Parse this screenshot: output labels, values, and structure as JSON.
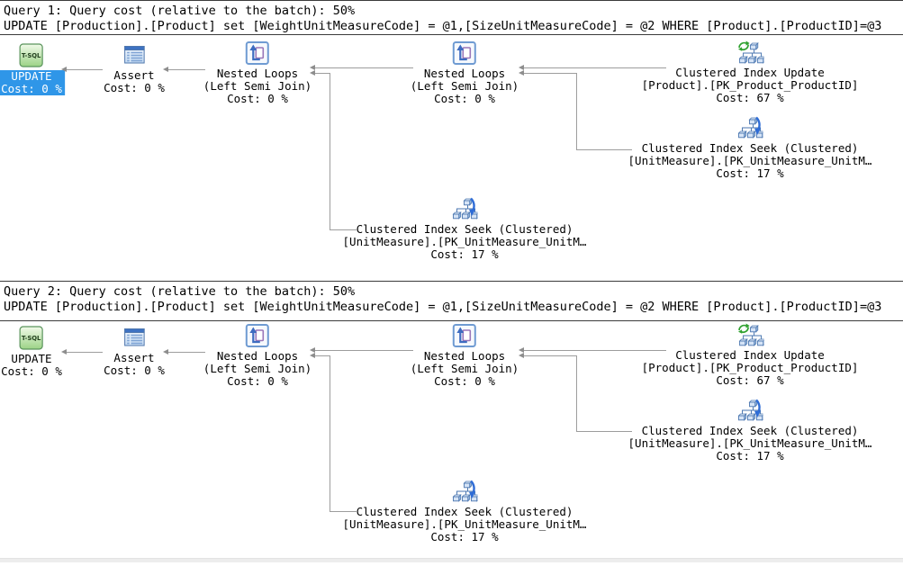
{
  "app": {
    "view": "SQL Server graphical execution plan"
  },
  "colors": {
    "selection_bg": "#2f96e8",
    "selection_text": "#ffffff",
    "arrow": "#9d9d9d",
    "separator": "#3b3b3b",
    "background": "#ffffff"
  },
  "plans": [
    {
      "header": {
        "title": "Query 1: Query cost (relative to the batch): 50%",
        "statement": "UPDATE [Production].[Product] set [WeightUnitMeasureCode] = @1,[SizeUnitMeasureCode] = @2 WHERE [Product].[ProductID]=@3"
      },
      "nodes": {
        "update": {
          "icon": "t-sql-icon",
          "op": "UPDATE",
          "cost": "Cost: 0 %",
          "selected": true
        },
        "assert": {
          "icon": "assert-icon",
          "op": "Assert",
          "cost": "Cost: 0 %",
          "selected": false
        },
        "nested_loops_outer": {
          "icon": "nested-loops-icon",
          "op": "Nested Loops",
          "detail": "(Left Semi Join)",
          "cost": "Cost: 0 %",
          "selected": false
        },
        "nested_loops_inner": {
          "icon": "nested-loops-icon",
          "op": "Nested Loops",
          "detail": "(Left Semi Join)",
          "cost": "Cost: 0 %",
          "selected": false
        },
        "clustered_index_update": {
          "icon": "clustered-index-update-icon",
          "op": "Clustered Index Update",
          "detail": "[Product].[PK_Product_ProductID]",
          "cost": "Cost: 67 %",
          "selected": false
        },
        "clustered_index_seek_inner": {
          "icon": "clustered-index-seek-icon",
          "op": "Clustered Index Seek (Clustered)",
          "detail": "[UnitMeasure].[PK_UnitMeasure_UnitM…",
          "cost": "Cost: 17 %",
          "selected": false
        },
        "clustered_index_seek_outer": {
          "icon": "clustered-index-seek-icon",
          "op": "Clustered Index Seek (Clustered)",
          "detail": "[UnitMeasure].[PK_UnitMeasure_UnitM…",
          "cost": "Cost: 17 %",
          "selected": false
        }
      }
    },
    {
      "header": {
        "title": "Query 2: Query cost (relative to the batch): 50%",
        "statement": "UPDATE [Production].[Product] set [WeightUnitMeasureCode] = @1,[SizeUnitMeasureCode] = @2 WHERE [Product].[ProductID]=@3"
      },
      "nodes": {
        "update": {
          "icon": "t-sql-icon",
          "op": "UPDATE",
          "cost": "Cost: 0 %",
          "selected": false
        },
        "assert": {
          "icon": "assert-icon",
          "op": "Assert",
          "cost": "Cost: 0 %",
          "selected": false
        },
        "nested_loops_outer": {
          "icon": "nested-loops-icon",
          "op": "Nested Loops",
          "detail": "(Left Semi Join)",
          "cost": "Cost: 0 %",
          "selected": false
        },
        "nested_loops_inner": {
          "icon": "nested-loops-icon",
          "op": "Nested Loops",
          "detail": "(Left Semi Join)",
          "cost": "Cost: 0 %",
          "selected": false
        },
        "clustered_index_update": {
          "icon": "clustered-index-update-icon",
          "op": "Clustered Index Update",
          "detail": "[Product].[PK_Product_ProductID]",
          "cost": "Cost: 67 %",
          "selected": false
        },
        "clustered_index_seek_inner": {
          "icon": "clustered-index-seek-icon",
          "op": "Clustered Index Seek (Clustered)",
          "detail": "[UnitMeasure].[PK_UnitMeasure_UnitM…",
          "cost": "Cost: 17 %",
          "selected": false
        },
        "clustered_index_seek_outer": {
          "icon": "clustered-index-seek-icon",
          "op": "Clustered Index Seek (Clustered)",
          "detail": "[UnitMeasure].[PK_UnitMeasure_UnitM…",
          "cost": "Cost: 17 %",
          "selected": false
        }
      }
    }
  ]
}
